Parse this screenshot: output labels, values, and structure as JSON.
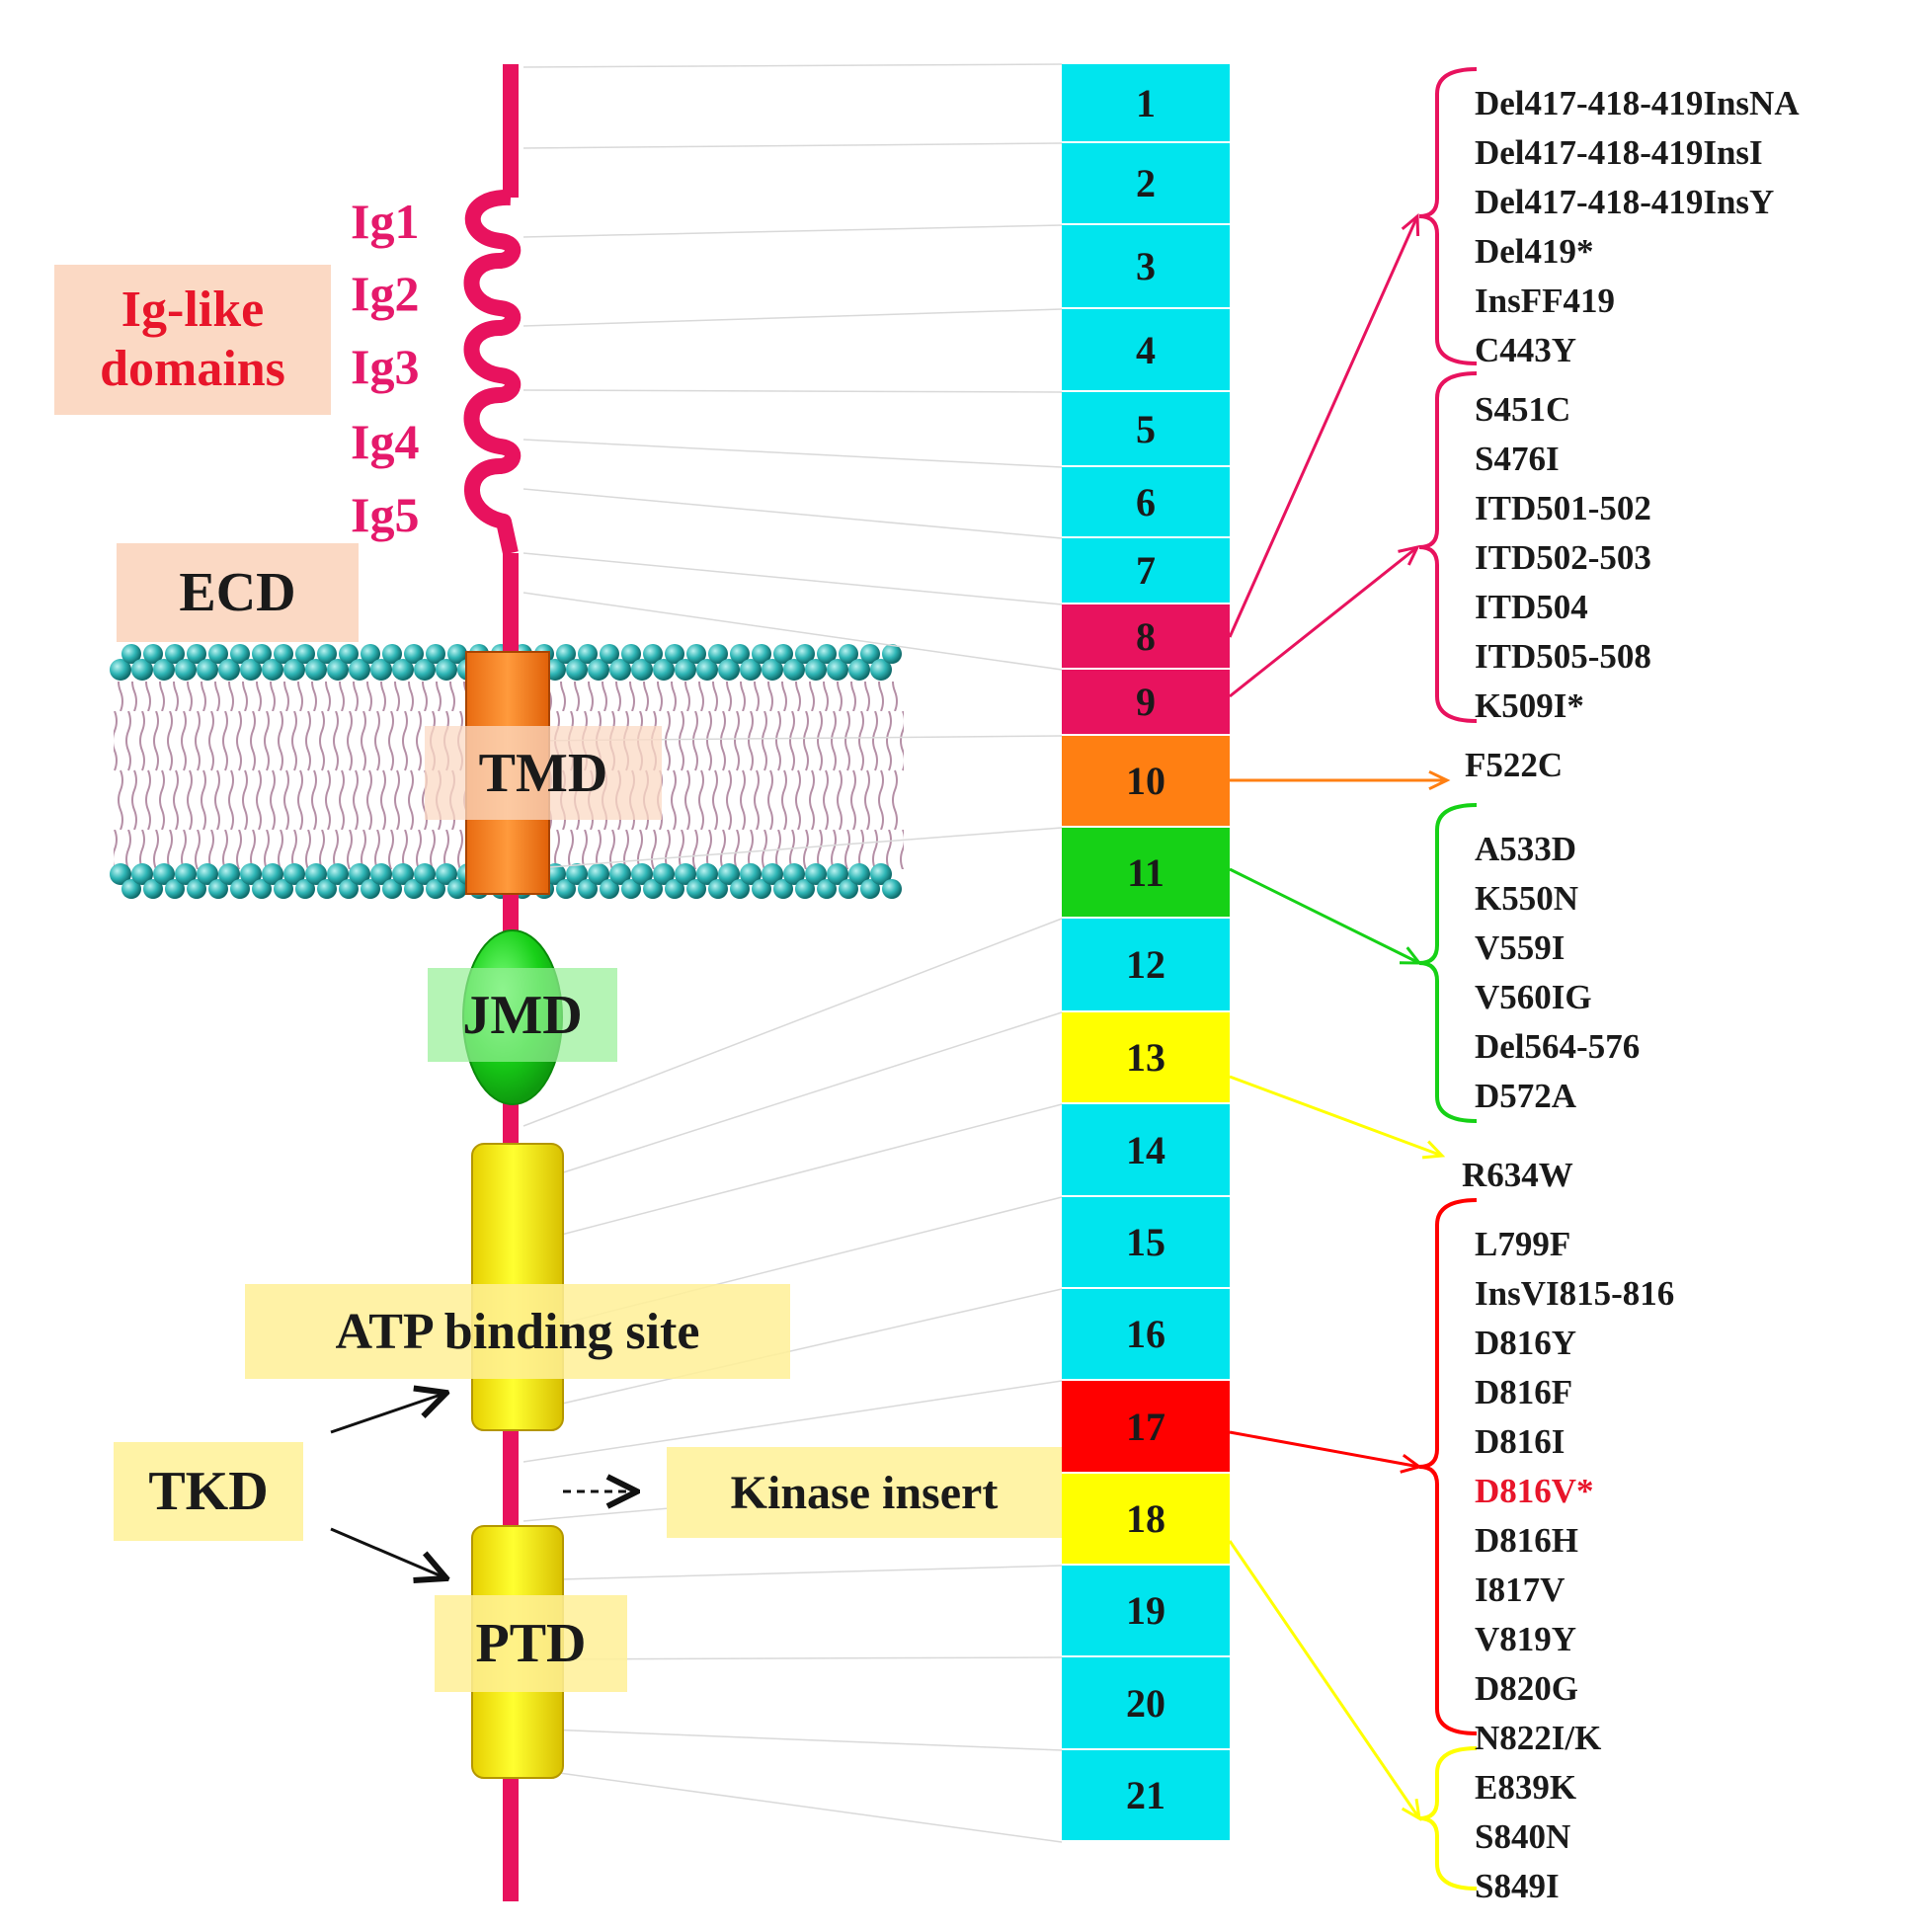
{
  "domains": {
    "ig_like": "Ig-like\ndomains",
    "ig_labels": [
      "Ig1",
      "Ig2",
      "Ig3",
      "Ig4",
      "Ig5"
    ],
    "ecd": "ECD",
    "tmd": "TMD",
    "jmd": "JMD",
    "atp": "ATP binding site",
    "tkd": "TKD",
    "kinase_insert": "Kinase insert",
    "ptd": "PTD"
  },
  "exons": [
    {
      "label": "1",
      "color": "#00e5ee"
    },
    {
      "label": "2",
      "color": "#00e5ee"
    },
    {
      "label": "3",
      "color": "#00e5ee"
    },
    {
      "label": "4",
      "color": "#00e5ee"
    },
    {
      "label": "5",
      "color": "#00e5ee"
    },
    {
      "label": "6",
      "color": "#00e5ee"
    },
    {
      "label": "7",
      "color": "#00e5ee"
    },
    {
      "label": "8",
      "color": "#e8125e"
    },
    {
      "label": "9",
      "color": "#e8125e"
    },
    {
      "label": "10",
      "color": "#ff7f12"
    },
    {
      "label": "11",
      "color": "#16d116"
    },
    {
      "label": "12",
      "color": "#00e5ee"
    },
    {
      "label": "13",
      "color": "#ffff00"
    },
    {
      "label": "14",
      "color": "#00e5ee"
    },
    {
      "label": "15",
      "color": "#00e5ee"
    },
    {
      "label": "16",
      "color": "#00e5ee"
    },
    {
      "label": "17",
      "color": "#ff0000"
    },
    {
      "label": "18",
      "color": "#ffff00"
    },
    {
      "label": "19",
      "color": "#00e5ee"
    },
    {
      "label": "20",
      "color": "#00e5ee"
    },
    {
      "label": "21",
      "color": "#00e5ee"
    }
  ],
  "mutation_groups": [
    {
      "color": "#e8125e",
      "items": [
        "Del417-418-419InsNA",
        "Del417-418-419InsI",
        "Del417-418-419InsY",
        "Del419*",
        "InsFF419",
        "C443Y"
      ]
    },
    {
      "color": "#e8125e",
      "items": [
        "S451C",
        "S476I",
        "ITD501-502",
        "ITD502-503",
        "ITD504",
        "ITD505-508",
        "K509I*"
      ]
    },
    {
      "color": "#ff7f12",
      "items": [
        "F522C"
      ]
    },
    {
      "color": "#16d116",
      "items": [
        "A533D",
        "K550N",
        "V559I",
        "V560IG",
        "Del564-576",
        "D572A"
      ]
    },
    {
      "color": "#ffff00",
      "items": [
        "R634W"
      ]
    },
    {
      "color": "#ff0000",
      "items": [
        "L799F",
        "InsVI815-816",
        "D816Y",
        "D816F",
        "D816I",
        "D816V*",
        "D816H",
        "I817V",
        "V819Y",
        "D820G",
        "N822I/K"
      ]
    },
    {
      "color": "#ffff00",
      "items": [
        "E839K",
        "S840N",
        "S849I"
      ]
    }
  ],
  "highlight_color": "#e8152a"
}
